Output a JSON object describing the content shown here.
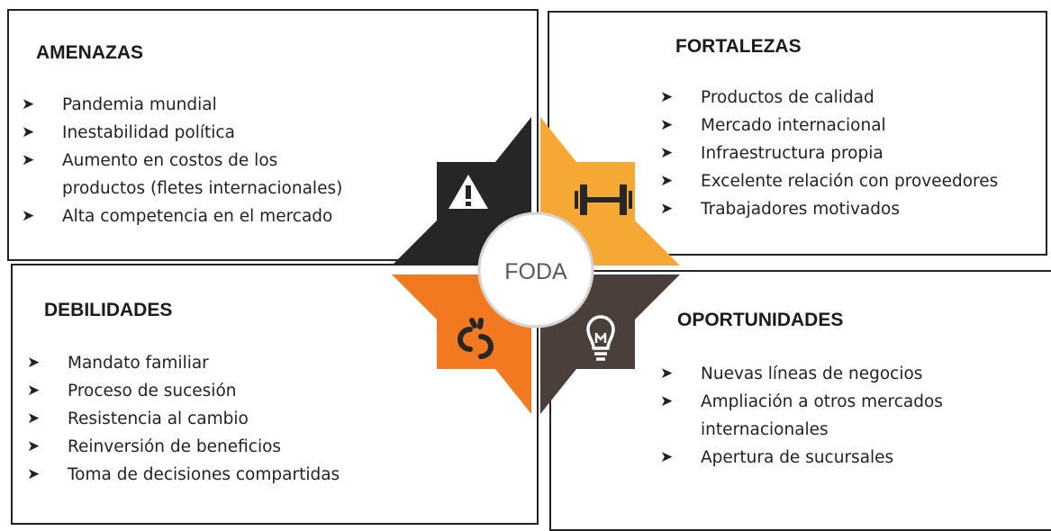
{
  "center_label": "FODA",
  "bullet": "➤",
  "quadrants": {
    "amenazas": {
      "title": "AMENAZAS",
      "items": [
        "Pandemia mundial",
        "Inestabilidad política",
        "Aumento en costos de los",
        "productos (fletes internacionales)",
        "Alta competencia en el mercado"
      ]
    },
    "fortalezas": {
      "title": "FORTALEZAS",
      "items": [
        "Productos de calidad",
        "Mercado internacional",
        "Infraestructura propia",
        "Excelente relación con proveedores",
        "Trabajadores motivados"
      ]
    },
    "debilidades": {
      "title": "DEBILIDADES",
      "items": [
        "Mandato familiar",
        "Proceso de sucesión",
        "Resistencia al cambio",
        "Reinversión de beneficios",
        "Toma de decisiones compartidas"
      ]
    },
    "oportunidades": {
      "title": "OPORTUNIDADES",
      "items": [
        "Nuevas líneas de negocios",
        "Ampliación a otros mercados",
        "internacionales",
        "Apertura de sucursales"
      ]
    }
  },
  "icons": {
    "amenazas": "warning-icon",
    "fortalezas": "dumbbell-icon",
    "debilidades": "broken-link-icon",
    "oportunidades": "lightbulb-icon"
  },
  "colors": {
    "amenazas": "#262626",
    "fortalezas": "#F5A833",
    "debilidades": "#F2791F",
    "oportunidades": "#4A3F3A",
    "center_circle": "#ffffff",
    "circle_ring": "#d4d4d4"
  }
}
